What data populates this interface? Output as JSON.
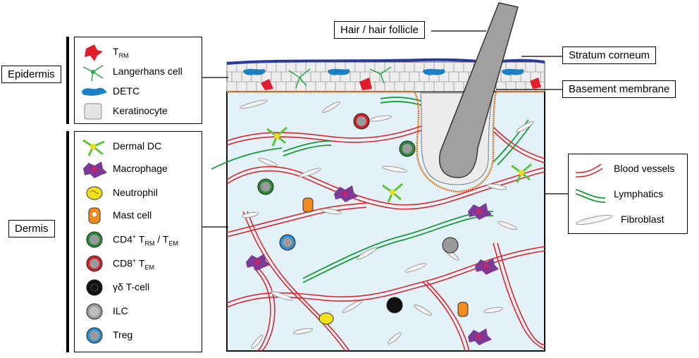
{
  "labels": {
    "hair": "Hair / hair follicle",
    "stratum": "Stratum corneum",
    "basement": "Basement membrane",
    "epidermis": "Epidermis",
    "dermis": "Dermis"
  },
  "epidermis_legend": [
    {
      "id": "trm",
      "label": "T",
      "sub": "RM",
      "color": "#e01e2c"
    },
    {
      "id": "langerhans",
      "label": "Langerhans cell",
      "color": "#2aa84a"
    },
    {
      "id": "detc",
      "label": "DETC",
      "color": "#1b7fc4"
    },
    {
      "id": "keratinocyte",
      "label": "Keratinocyte",
      "color": "#e4e4e4"
    }
  ],
  "dermis_legend": [
    {
      "id": "dermal-dc",
      "label": "Dermal DC",
      "color": "#5ec43a"
    },
    {
      "id": "macrophage",
      "label": "Macrophage",
      "color": "#7a3a96"
    },
    {
      "id": "neutrophil",
      "label": "Neutrophil",
      "color": "#f2e21a"
    },
    {
      "id": "mast-cell",
      "label": "Mast cell",
      "color": "#f28c1e"
    },
    {
      "id": "cd4",
      "label": "CD4",
      "color": "#2a8a3a"
    },
    {
      "id": "cd8",
      "label": "CD8",
      "color": "#d3202a"
    },
    {
      "id": "gd",
      "label": "γδ T-cell",
      "color": "#111111"
    },
    {
      "id": "ilc",
      "label": "ILC",
      "color": "#9a9a9a"
    },
    {
      "id": "treg",
      "label": "Treg",
      "color": "#2a8fd0"
    }
  ],
  "cd4_parts": {
    "main": "CD4",
    "sup": "+",
    "t1": " T",
    "sub1": "RM",
    "slash": " / T",
    "sub2": "EM"
  },
  "cd8_parts": {
    "main": "CD8",
    "sup": "+",
    "t1": " T",
    "sub1": "EM"
  },
  "right_legend": [
    {
      "id": "blood",
      "label": "Blood vessels",
      "color": "#e0262c"
    },
    {
      "id": "lymph",
      "label": "Lymphatics",
      "color": "#1a9a3a"
    },
    {
      "id": "fibro",
      "label": "Fibroblast",
      "color": "#aaaaaa"
    }
  ],
  "colors": {
    "dermis_bg": "#e3f1f8",
    "stratum": "#2a3a9a",
    "basement": "#e8761e",
    "hair": "#a0a0a0"
  }
}
